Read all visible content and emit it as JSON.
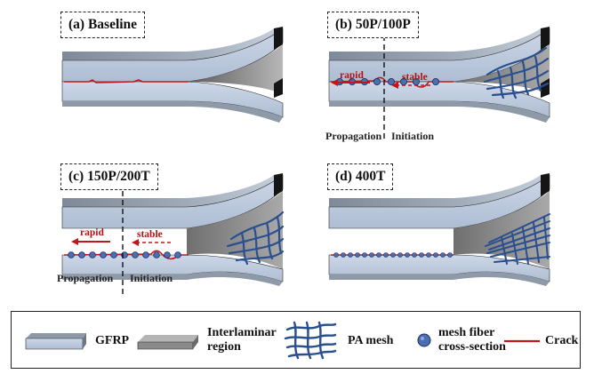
{
  "panels": {
    "a": {
      "label": "(a) Baseline"
    },
    "b": {
      "label": "(b) 50P/100P",
      "rapid": "rapid",
      "stable": "stable",
      "propagation": "Propagation",
      "initiation": "Initiation"
    },
    "c": {
      "label": "(c) 150P/200T",
      "rapid": "rapid",
      "stable": "stable",
      "propagation": "Propagation",
      "initiation": "Initiation"
    },
    "d": {
      "label": "(d) 400T"
    }
  },
  "legend": {
    "gfrp": "GFRP",
    "interlaminar_line1": "Interlaminar",
    "interlaminar_line2": "region",
    "pa_mesh": "PA mesh",
    "mesh_fiber_line1": "mesh fiber",
    "mesh_fiber_line2": "cross-section",
    "crack": "Crack"
  },
  "colors": {
    "laminate_face": "#b9c7db",
    "laminate_top": "#8e99a8",
    "edge": "#1e1e1e",
    "interlaminar": "#8a8a8a",
    "crack": "#c01818",
    "mesh": "#2a4f8f",
    "fiber": "#4a6fb5"
  }
}
